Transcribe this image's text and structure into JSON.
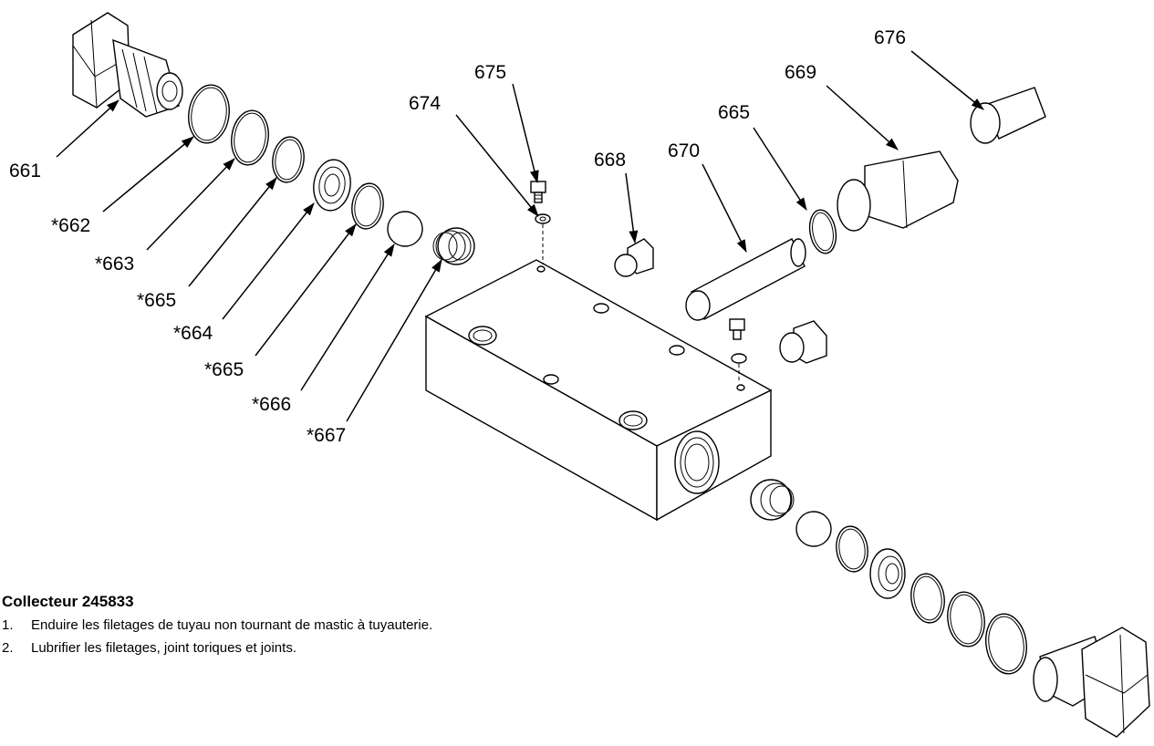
{
  "callouts": {
    "c661": "661",
    "c662": "*662",
    "c663": "*663",
    "c665a": "*665",
    "c664": "*664",
    "c665b": "*665",
    "c666": "*666",
    "c667": "*667",
    "c674": "674",
    "c675": "675",
    "c668": "668",
    "c670": "670",
    "c665c": "665",
    "c669": "669",
    "c676": "676"
  },
  "notes": {
    "title": "Collecteur 245833",
    "items": [
      {
        "num": "1.",
        "text": "Enduire les filetages de tuyau non tournant de mastic à tuyauterie."
      },
      {
        "num": "2.",
        "text": "Lubrifier les filetages, joint toriques et joints."
      }
    ]
  }
}
